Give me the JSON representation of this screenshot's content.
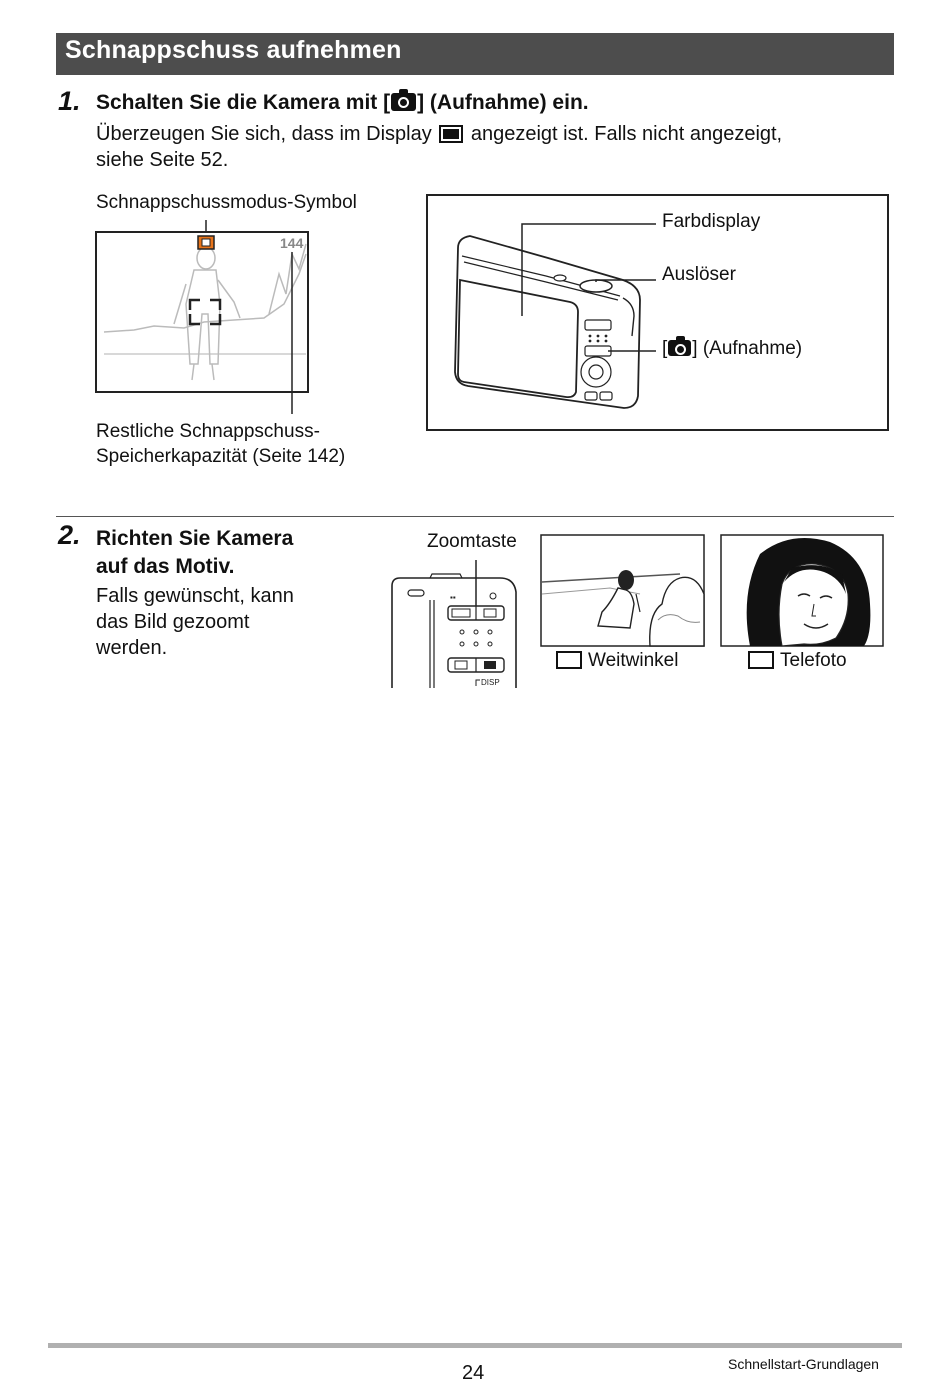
{
  "header": {
    "title": "Schnappschuss aufnehmen"
  },
  "step1": {
    "number": "1.",
    "title_pre": "Schalten Sie die Kamera mit [",
    "title_post": "] (Aufnahme) ein.",
    "body_line1_pre": "Überzeugen Sie sich, dass im Display",
    "body_line1_post": "angezeigt ist. Falls nicht angezeigt,",
    "body_line2": "siehe Seite 52.",
    "figure_left": {
      "top_label": "Schnappschussmodus-Symbol",
      "counter": "144",
      "bottom_label_line1": "Restliche Schnappschuss-",
      "bottom_label_line2": "Speicherkapazität (Seite 142)"
    },
    "figure_right": {
      "label_display": "Farbdisplay",
      "label_shutter": "Auslöser",
      "label_record_post": "] (Aufnahme)",
      "label_record_pre": "["
    }
  },
  "step2": {
    "number": "2.",
    "title_line1": "Richten Sie Kamera",
    "title_line2": "auf das Motiv.",
    "body_line1": "Falls gewünscht, kann",
    "body_line2": "das Bild gezoomt",
    "body_line3": "werden.",
    "zoom_label": "Zoomtaste",
    "disp_label": "DISP",
    "wide_label": "Weitwinkel",
    "tele_label": "Telefoto"
  },
  "footer": {
    "page_number": "24",
    "section": "Schnellstart-Grundlagen"
  }
}
